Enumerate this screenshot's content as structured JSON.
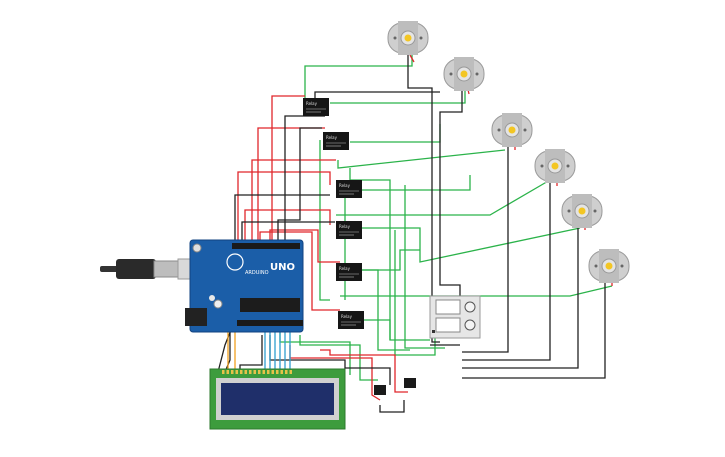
{
  "board": {
    "brand": "UNO",
    "logo_text": "ARDUINO"
  },
  "relays": {
    "label": "Relay",
    "count": 6
  },
  "motors": {
    "count": 6
  },
  "switch_panel": {
    "count": 2
  },
  "lcd": {
    "pin_count": 16
  },
  "buttons": {
    "count": 2
  },
  "colors": {
    "wire_green": "#2bb34a",
    "wire_red": "#e0262b",
    "wire_black": "#222222",
    "wire_blue": "#2f9fd0",
    "wire_orange": "#f0a020",
    "board_blue": "#1b5ea8",
    "lcd_green": "#3d9c3d",
    "lcd_screen": "#1f2f6a",
    "motor_body": "#cfcfcf",
    "motor_shaft": "#f3c623"
  }
}
